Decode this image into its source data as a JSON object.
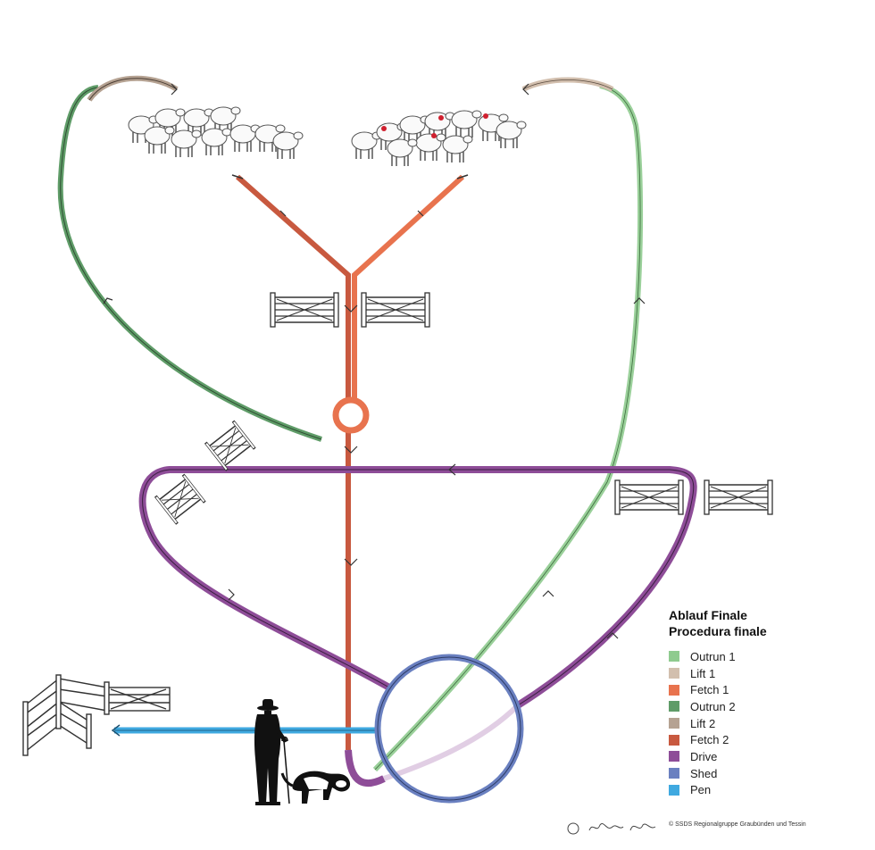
{
  "legend": {
    "title_de": "Ablauf Finale",
    "title_it": "Procedura finale",
    "items": [
      {
        "label": "Outrun 1",
        "color": "#8fcb8f"
      },
      {
        "label": "Lift 1",
        "color": "#d2bfae"
      },
      {
        "label": "Fetch 1",
        "color": "#e8734e"
      },
      {
        "label": "Outrun 2",
        "color": "#5f9c68"
      },
      {
        "label": "Lift 2",
        "color": "#b5a292"
      },
      {
        "label": "Fetch 2",
        "color": "#c8593f"
      },
      {
        "label": "Drive",
        "color": "#8e4d98"
      },
      {
        "label": "Shed",
        "color": "#6a80c0"
      },
      {
        "label": "Pen",
        "color": "#3fa9e0"
      }
    ]
  },
  "credit": "© SSDS Regionalgruppe Graubünden und Tessin"
}
